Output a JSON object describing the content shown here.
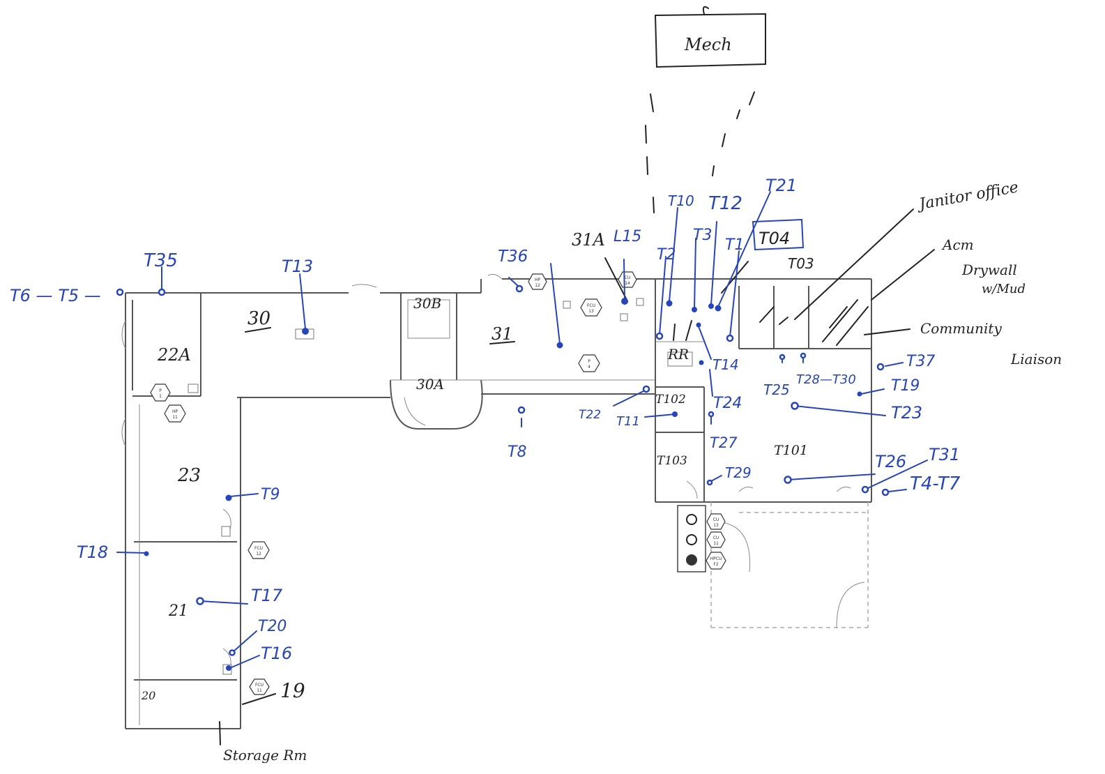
{
  "header": {
    "mech_label": "Mech"
  },
  "room_labels": [
    {
      "id": "r30",
      "text": "30"
    },
    {
      "id": "r30b",
      "text": "30B"
    },
    {
      "id": "r30a",
      "text": "30A"
    },
    {
      "id": "r31",
      "text": "31"
    },
    {
      "id": "r31a",
      "text": "31A"
    },
    {
      "id": "r22a",
      "text": "22A"
    },
    {
      "id": "r23",
      "text": "23"
    },
    {
      "id": "r21",
      "text": "21"
    },
    {
      "id": "r20",
      "text": "20"
    },
    {
      "id": "r19",
      "text": "19"
    },
    {
      "id": "rr",
      "text": "RR"
    },
    {
      "id": "t102",
      "text": "T102"
    },
    {
      "id": "t103",
      "text": "T103"
    },
    {
      "id": "t101",
      "text": "T101"
    }
  ],
  "annotations": {
    "janitor_office": "Janitor office",
    "acm_drywall_1": "Acm",
    "acm_drywall_2": "Drywall",
    "acm_drywall_3": "w/Mud",
    "community_1": "Community",
    "community_2": "Liaison",
    "storage": "Storage Rm"
  },
  "sample_tags": [
    {
      "id": "t6t5",
      "text": "T6 — T5 —"
    },
    {
      "id": "t35",
      "text": "T35"
    },
    {
      "id": "t13",
      "text": "T13"
    },
    {
      "id": "t36",
      "text": "T36"
    },
    {
      "id": "l15",
      "text": "L15"
    },
    {
      "id": "t10",
      "text": "T10"
    },
    {
      "id": "t12",
      "text": "T12"
    },
    {
      "id": "t21",
      "text": "T21"
    },
    {
      "id": "t2",
      "text": "T2"
    },
    {
      "id": "t3",
      "text": "T3"
    },
    {
      "id": "t1",
      "text": "T1"
    },
    {
      "id": "t04",
      "text": "T04"
    },
    {
      "id": "t03",
      "text": "T03"
    },
    {
      "id": "t14",
      "text": "T14"
    },
    {
      "id": "t22",
      "text": "T22"
    },
    {
      "id": "t11",
      "text": "T11"
    },
    {
      "id": "t24",
      "text": "T24"
    },
    {
      "id": "t27",
      "text": "T27"
    },
    {
      "id": "t29",
      "text": "T29"
    },
    {
      "id": "t25",
      "text": "T25"
    },
    {
      "id": "t28t30",
      "text": "T28—T30"
    },
    {
      "id": "t37",
      "text": "T37"
    },
    {
      "id": "t19",
      "text": "T19"
    },
    {
      "id": "t23",
      "text": "T23"
    },
    {
      "id": "t26",
      "text": "T26"
    },
    {
      "id": "t31",
      "text": "T31"
    },
    {
      "id": "t4t7",
      "text": "T4-T7"
    },
    {
      "id": "t8",
      "text": "T8"
    },
    {
      "id": "t9",
      "text": "T9"
    },
    {
      "id": "t18",
      "text": "T18"
    },
    {
      "id": "t17",
      "text": "T17"
    },
    {
      "id": "t20",
      "text": "T20"
    },
    {
      "id": "t16",
      "text": "T16"
    }
  ],
  "hex_tags": [
    {
      "id": "hx1",
      "top": "HP",
      "bottom": "12"
    },
    {
      "id": "hx2",
      "top": "CU",
      "bottom": "14"
    },
    {
      "id": "hx3",
      "top": "FCU",
      "bottom": "13"
    },
    {
      "id": "hx4",
      "top": "P",
      "bottom": "4"
    },
    {
      "id": "hx5",
      "top": "P",
      "bottom": "1"
    },
    {
      "id": "hx6",
      "top": "HP",
      "bottom": "11"
    },
    {
      "id": "hx7",
      "top": "FCU",
      "bottom": "12"
    },
    {
      "id": "hx8",
      "top": "FCU",
      "bottom": "11"
    },
    {
      "id": "hx9",
      "top": "CU",
      "bottom": "13"
    },
    {
      "id": "hx10",
      "top": "CU",
      "bottom": "11"
    },
    {
      "id": "hx11",
      "top": "HPCU",
      "bottom": "F2"
    }
  ],
  "colors": {
    "blue_ink": "#2745b8",
    "black_ink": "#222222",
    "wall": "#555555"
  }
}
